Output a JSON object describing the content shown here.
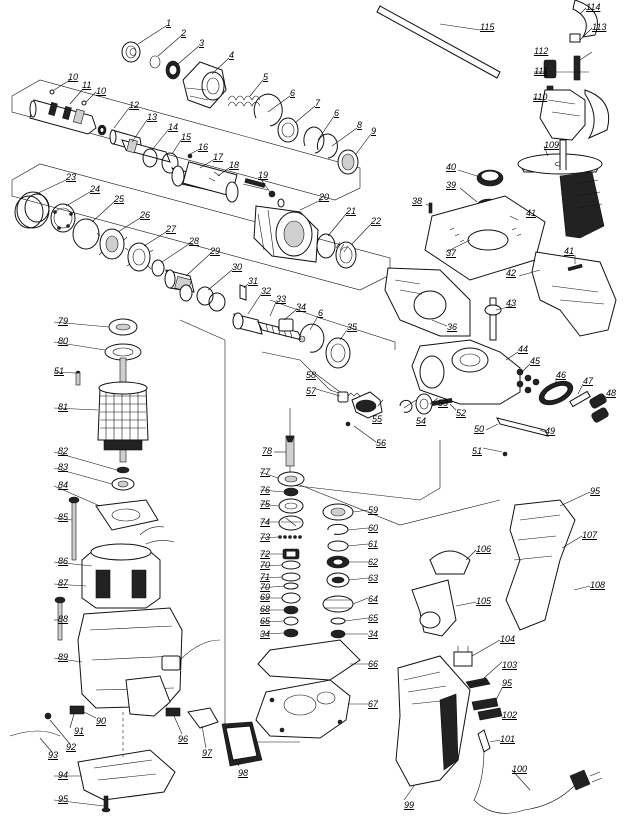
{
  "part_numbers": [
    "1",
    "2",
    "3",
    "4",
    "5",
    "6",
    "7",
    "6",
    "8",
    "9",
    "10",
    "10",
    "11",
    "12",
    "13",
    "14",
    "15",
    "16",
    "17",
    "18",
    "19",
    "20",
    "21",
    "22",
    "23",
    "24",
    "25",
    "26",
    "27",
    "28",
    "29",
    "30",
    "31",
    "32",
    "33",
    "34",
    "6",
    "35",
    "36",
    "37",
    "38",
    "39",
    "40",
    "41",
    "41",
    "42",
    "43",
    "44",
    "45",
    "46",
    "47",
    "48",
    "49",
    "50",
    "51",
    "51",
    "52",
    "53",
    "54",
    "55",
    "56",
    "57",
    "58",
    "59",
    "60",
    "61",
    "62",
    "63",
    "64",
    "65",
    "65",
    "34",
    "34",
    "66",
    "67",
    "68",
    "69",
    "70",
    "70",
    "71",
    "72",
    "73",
    "74",
    "75",
    "76",
    "77",
    "78",
    "79",
    "80",
    "81",
    "82",
    "83",
    "84",
    "85",
    "86",
    "87",
    "88",
    "89",
    "90",
    "91",
    "92",
    "93",
    "94",
    "95",
    "95",
    "95",
    "96",
    "97",
    "98",
    "99",
    "100",
    "101",
    "102",
    "103",
    "104",
    "105",
    "106",
    "107",
    "108",
    "109",
    "110",
    "111",
    "112",
    "113",
    "114",
    "115"
  ],
  "icons": {
    "diagram": "exploded-view-rotary-hammer"
  }
}
